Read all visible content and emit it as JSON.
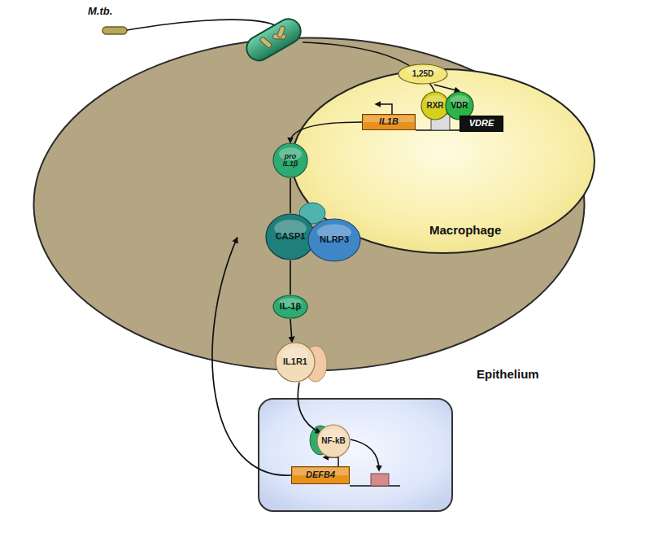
{
  "diagram": {
    "nodes": [
      {
        "text": [
          "Macrophage"
        ]
      },
      {
        "text": [
          "1,25D"
        ],
        "in": 0
      },
      {
        "text": [
          "RXR"
        ],
        "in": 0
      },
      {
        "text": [
          "VDR"
        ],
        "in": 0
      },
      {
        "text": [
          "VDRE"
        ],
        "in": 0
      },
      {
        "text": [
          "IL1B"
        ],
        "in": 0
      },
      {
        "text": [
          "pro IL1β"
        ],
        "in": 0
      },
      {
        "text": [
          "CASP1"
        ],
        "in": 0
      },
      {
        "text": [
          "NLRP3"
        ],
        "in": 0
      },
      {
        "text": [
          "IL-1β"
        ],
        "in": 0
      },
      {
        "text": [
          "Epithelium"
        ]
      },
      {
        "text": [
          "IL1R1"
        ],
        "in": 10
      },
      {
        "text": [
          "NF-kB"
        ],
        "in": 10
      },
      {
        "text": [
          "DEFB4"
        ],
        "in": 10
      }
    ],
    "edges": [
      {
        "from": 1,
        "to": 3,
        "arrow": "to"
      },
      {
        "from": 5,
        "to": 6,
        "arrow": "to"
      },
      {
        "from": 6,
        "to": 7,
        "arrow": "none"
      },
      {
        "from": 7,
        "to": 9,
        "arrow": "none"
      },
      {
        "from": 9,
        "to": 11,
        "arrow": "to"
      },
      {
        "from": 11,
        "to": 12,
        "arrow": "to"
      },
      {
        "from": 13,
        "to": 0,
        "arrow": "to"
      }
    ],
    "labels": [
      "M.tb."
    ]
  }
}
